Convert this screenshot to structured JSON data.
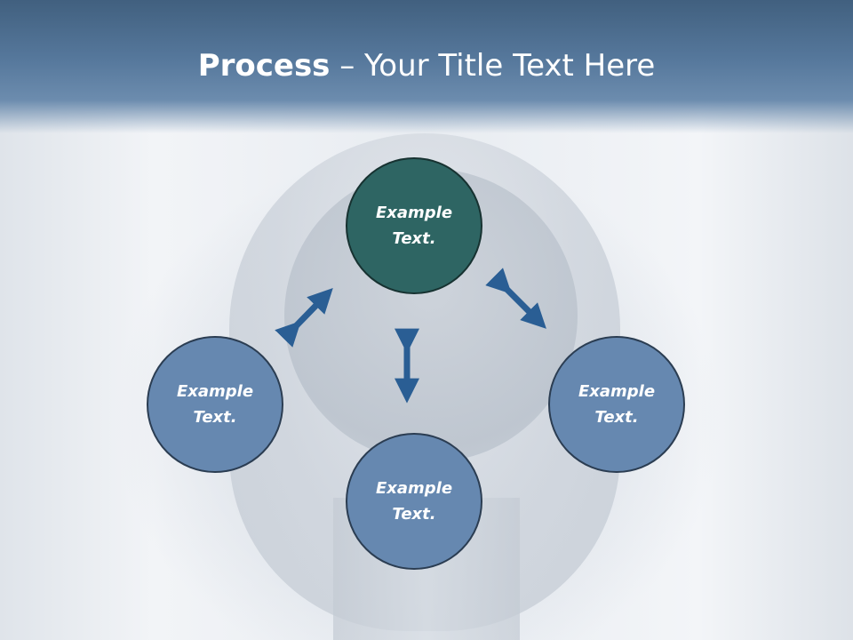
{
  "title": {
    "bold": "Process",
    "rest": " – Your Title Text Here"
  },
  "nodes": {
    "top": {
      "line1": "Example",
      "line2": "Text."
    },
    "left": {
      "line1": "Example",
      "line2": "Text."
    },
    "right": {
      "line1": "Example",
      "line2": "Text."
    },
    "bottom": {
      "line1": "Example",
      "line2": "Text."
    }
  },
  "colors": {
    "header": "#4d6f94",
    "center_node": "#2e6563",
    "outer_node": "#6688b0",
    "arrow": "#2a5e94"
  }
}
